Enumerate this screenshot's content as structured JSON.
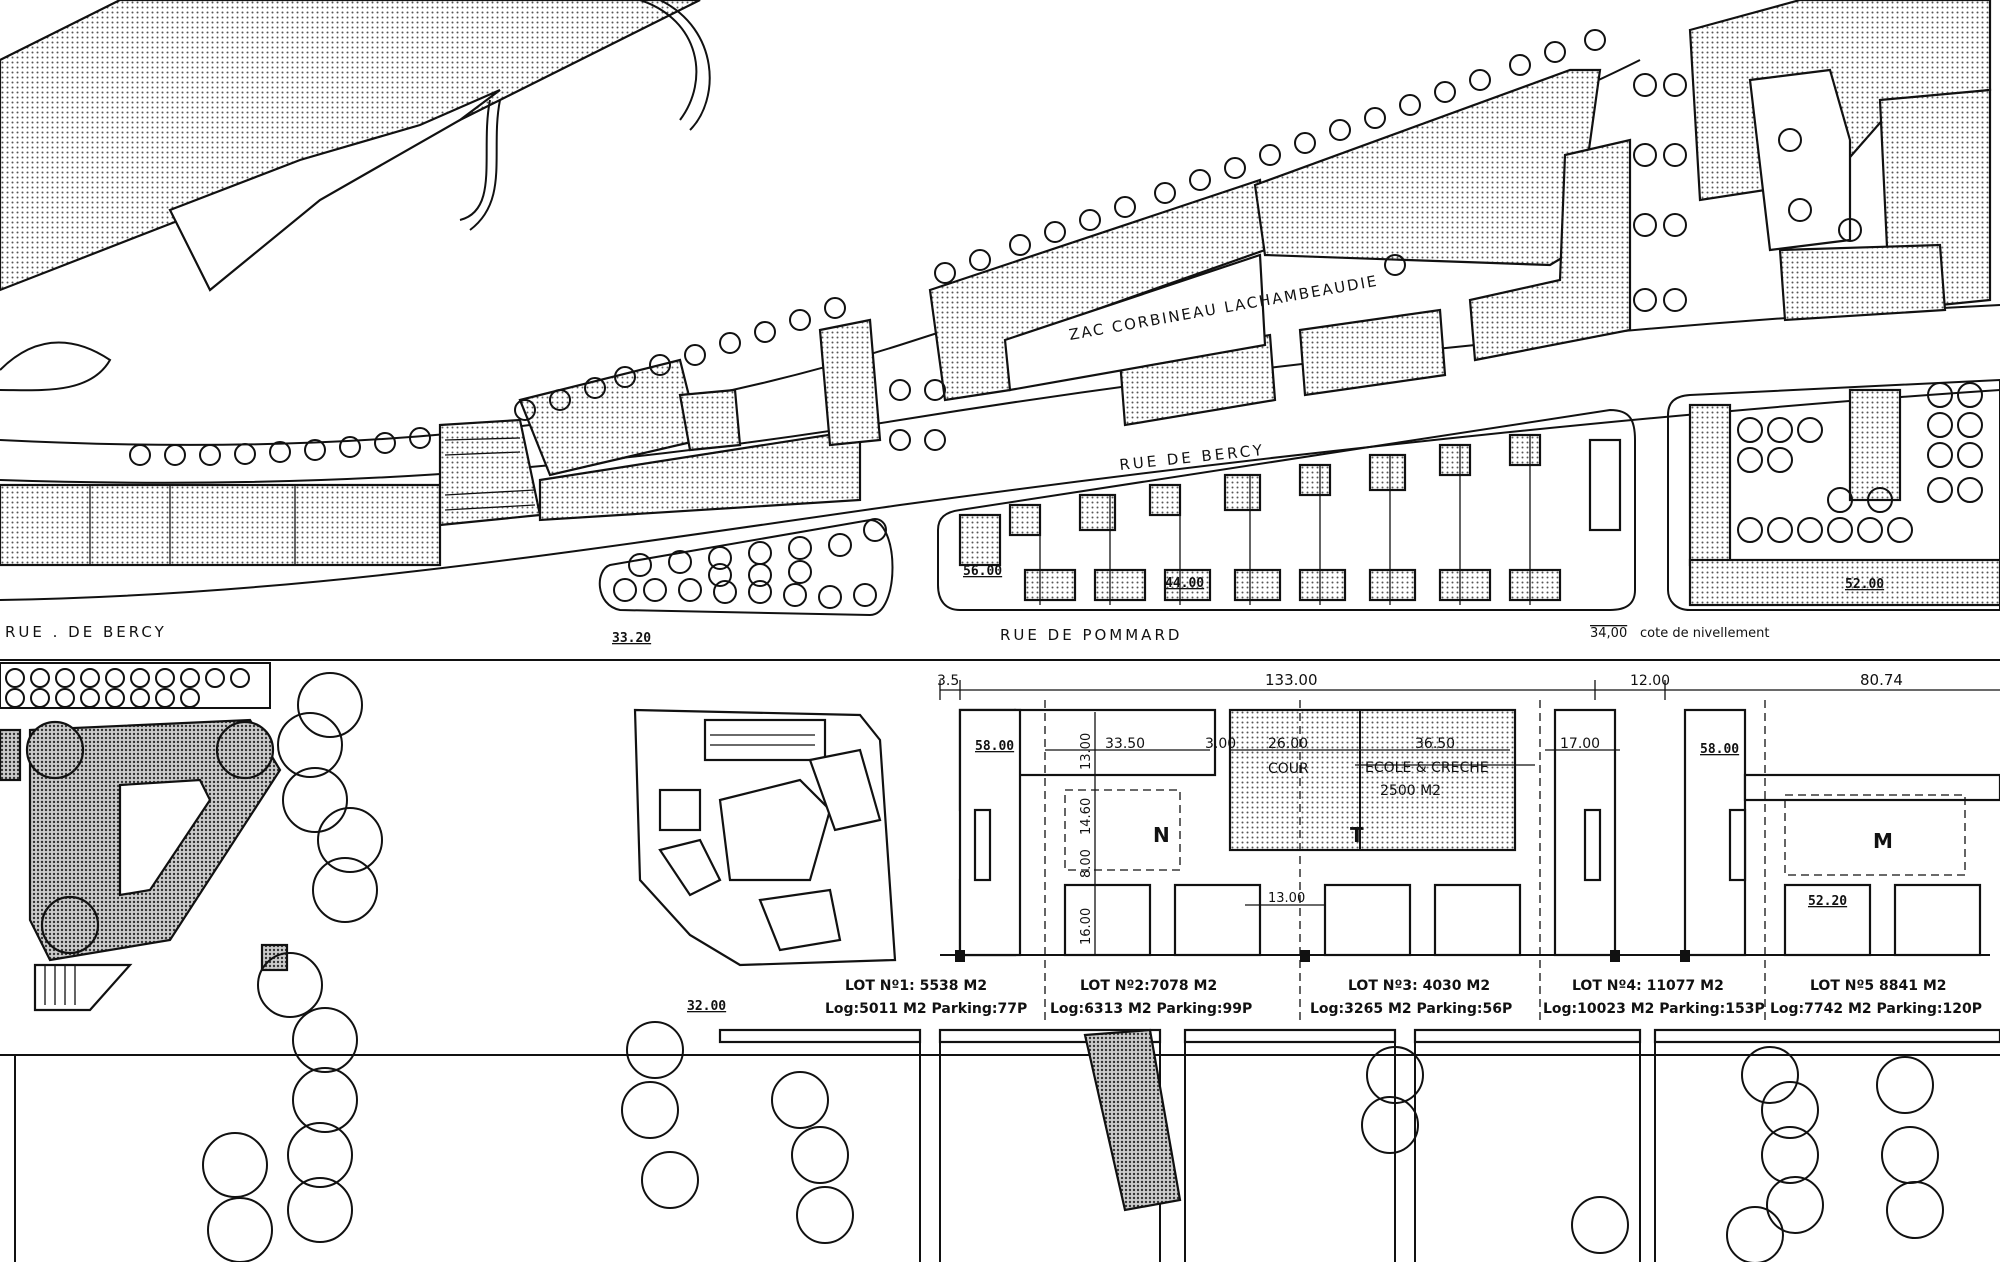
{
  "streets": {
    "rue_de_bercy_upper": "RUE DE BERCY",
    "rue_de_bercy_lower": "RUE . DE BERCY",
    "rue_de_pommard": "RUE DE POMMARD",
    "zac": "ZAC CORBINEAU LACHAMBEAUDIE"
  },
  "legend": {
    "value": "34,00",
    "text": "cote de nivellement"
  },
  "levels": {
    "l1": "56.00",
    "l2": "44.00",
    "l3": "52.00",
    "l4": "33.20",
    "l5": "32.00",
    "l6": "58.00",
    "l7": "58.00",
    "l8": "52.20"
  },
  "dimensions": {
    "d_3_5": "3.5",
    "d_133": "133.00",
    "d_12": "12.00",
    "d_80_74": "80.74",
    "d_33_50": "33.50",
    "d_3_00": "3.00",
    "d_26_00": "26.00",
    "d_36_50": "36.50",
    "d_17_00": "17.00",
    "d_13_00_v": "13.00",
    "d_14_60": "14.60",
    "d_8_00": "8.00",
    "d_16_00": "16.00",
    "d_13_00_h": "13.00"
  },
  "zones": {
    "cour": "COUR",
    "ecole": "ECOLE & CRECHE",
    "area": "2500 M2",
    "n": "N",
    "t": "T",
    "m": "M"
  },
  "lots": [
    {
      "title": "LOT Nº1: 5538 M2",
      "detail": "Log:5011 M2 Parking:77P"
    },
    {
      "title": "LOT Nº2:7078 M2",
      "detail": "Log:6313 M2 Parking:99P"
    },
    {
      "title": "LOT Nº3: 4030 M2",
      "detail": "Log:3265 M2 Parking:56P"
    },
    {
      "title": "LOT Nº4: 11077 M2",
      "detail": "Log:10023 M2 Parking:153P"
    },
    {
      "title": "LOT Nº5 8841 M2",
      "detail": "Log:7742 M2 Parking:120P"
    }
  ]
}
